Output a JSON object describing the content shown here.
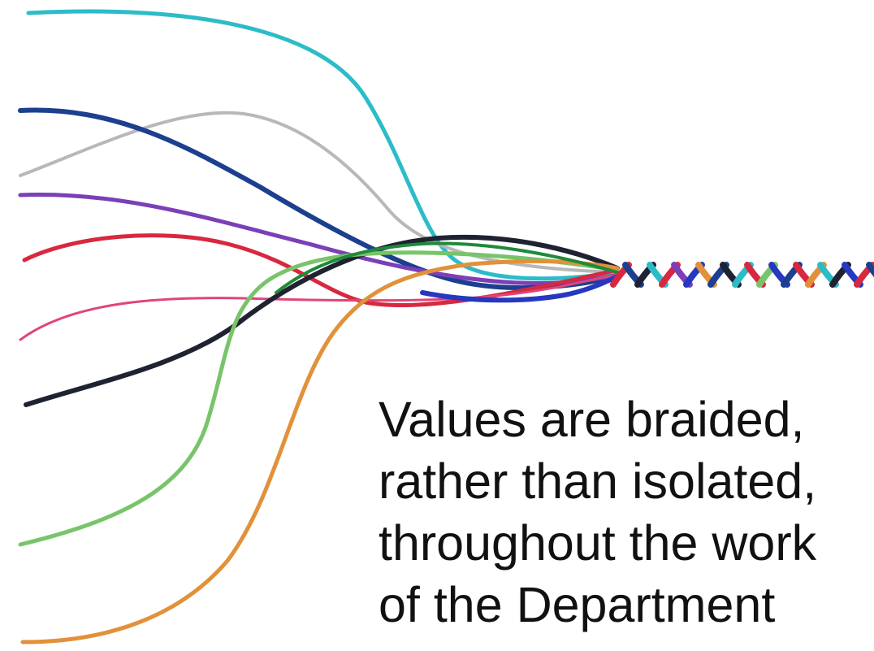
{
  "slide": {
    "caption_lines": [
      "Values are braided,",
      "rather than isolated,",
      "throughout the work",
      "of the Department"
    ]
  },
  "strand_colors": {
    "cyan": "#2bbcc8",
    "navy": "#1c3f8f",
    "gray": "#b8b8b8",
    "purple": "#7b3fb8",
    "red": "#d8283f",
    "pink": "#e0457a",
    "black": "#1f2230",
    "green": "#78c46a",
    "orange": "#e2913a",
    "darkgreen": "#1f8a3a",
    "blue": "#2638c0"
  }
}
